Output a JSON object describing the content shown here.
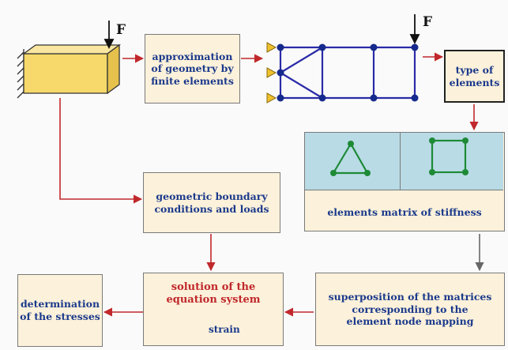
{
  "colors": {
    "box_fill": "#fcf1da",
    "box_border": "#7a7a7a",
    "text_blue": "#1b3a8c",
    "text_red": "#c0282c",
    "arrow_red": "#c0282c",
    "mesh_blue": "#2a2aa8",
    "node_dark": "#152a8c",
    "element_green": "#1e8a36",
    "cell_blue": "#b9dbe6",
    "support_yellow": "#f0c12c"
  },
  "force_label": "F",
  "approximation": {
    "lines": [
      "approximation",
      "of geometry by",
      "finite elements"
    ]
  },
  "type_of_elements": {
    "lines": [
      "type of",
      "elements"
    ]
  },
  "elements_matrix": {
    "caption": "elements matrix of stiffness"
  },
  "boundary": {
    "lines": [
      "geometric boundary",
      "conditions and loads"
    ]
  },
  "solution": {
    "lines": [
      "solution of the",
      "equation system"
    ],
    "strain_label": "strain"
  },
  "superposition": {
    "lines": [
      "superposition of the matrices",
      "corresponding to the",
      "element node mapping"
    ]
  },
  "determination": {
    "lines": [
      "determination",
      "of the stresses"
    ]
  }
}
